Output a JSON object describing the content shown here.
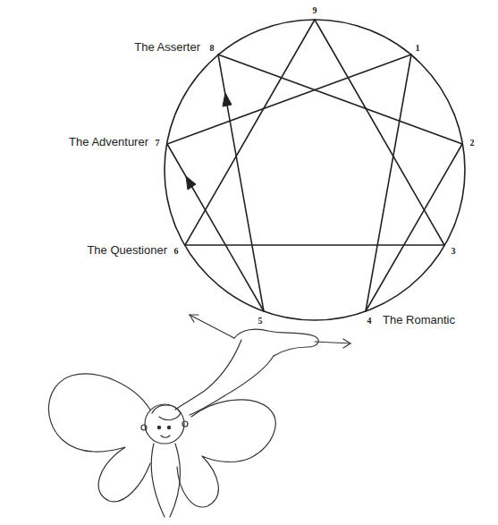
{
  "diagram": {
    "labels": [
      "9",
      "The Asserter",
      "8",
      "1",
      "The Adventurer",
      "7",
      "2",
      "The Questioner",
      "6",
      "3",
      "5",
      "4",
      "The Romantic"
    ]
  }
}
